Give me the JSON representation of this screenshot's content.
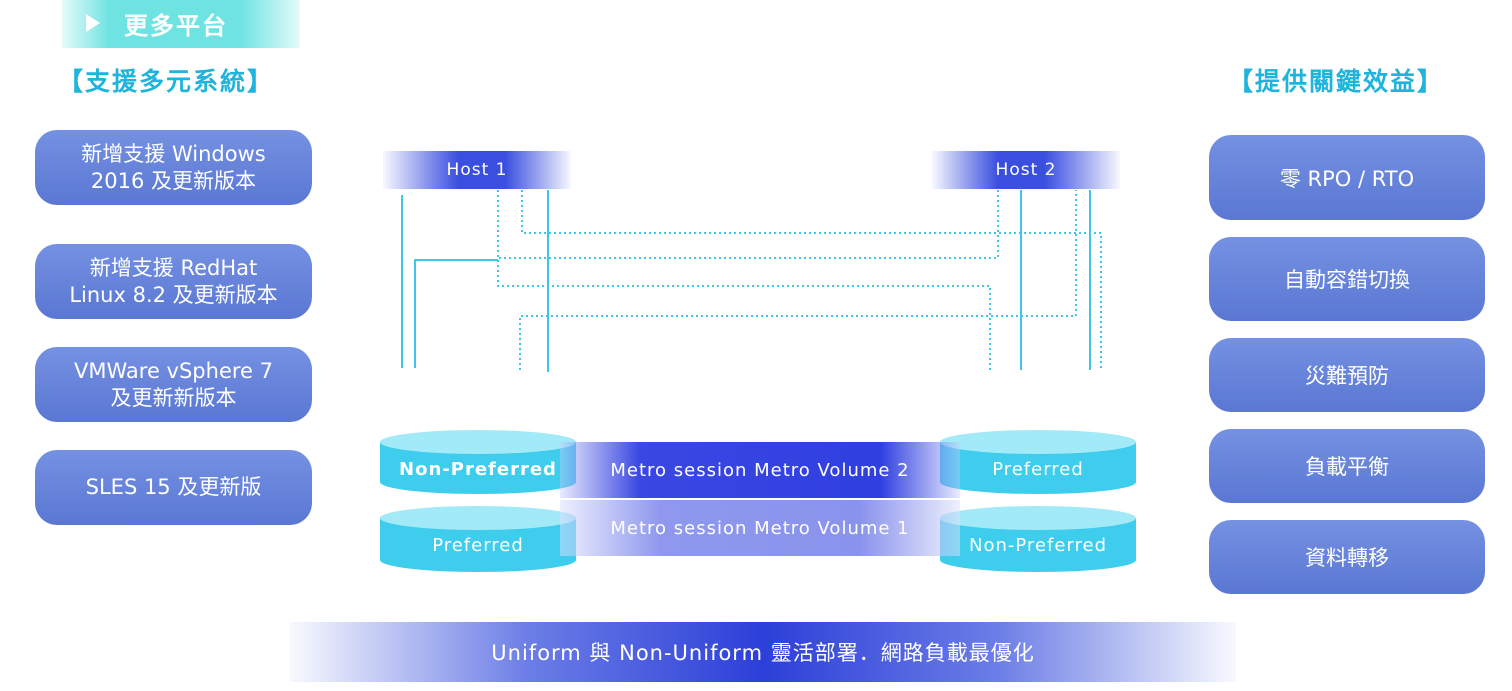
{
  "header": {
    "tab_label": "更多平台"
  },
  "left_section": {
    "title": "【支援多元系統】",
    "items": [
      {
        "line1": "新增支援 Windows",
        "line2": "2016 及更新版本"
      },
      {
        "line1": "新增支援 RedHat",
        "line2": "Linux 8.2 及更新版本"
      },
      {
        "line1": "VMWare vSphere 7",
        "line2": "及更新新版本"
      },
      {
        "line1": "SLES 15 及更新版",
        "line2": ""
      }
    ]
  },
  "right_section": {
    "title": "【提供關鍵效益】",
    "items": [
      "零 RPO / RTO",
      "自動容錯切換",
      "災難預防",
      "負載平衡",
      "資料轉移"
    ]
  },
  "diagram": {
    "host1": "Host 1",
    "host2": "Host 2",
    "session_top": "Metro session Metro Volume 2",
    "session_bottom": "Metro session Metro Volume 1",
    "left_top_volume": "Non-Preferred",
    "left_bottom_volume": "Preferred",
    "right_top_volume": "Preferred",
    "right_bottom_volume": "Non-Preferred"
  },
  "footer": {
    "text": "Uniform 與 Non-Uniform 靈活部署．網路負載最優化"
  },
  "colors": {
    "accent_cyan": "#20b3dc",
    "pill_blue": "#6382db",
    "host_blue": "#3a4fe0",
    "cylinder_cyan": "#3fcdee",
    "line_cyan": "#3ec7e6"
  }
}
